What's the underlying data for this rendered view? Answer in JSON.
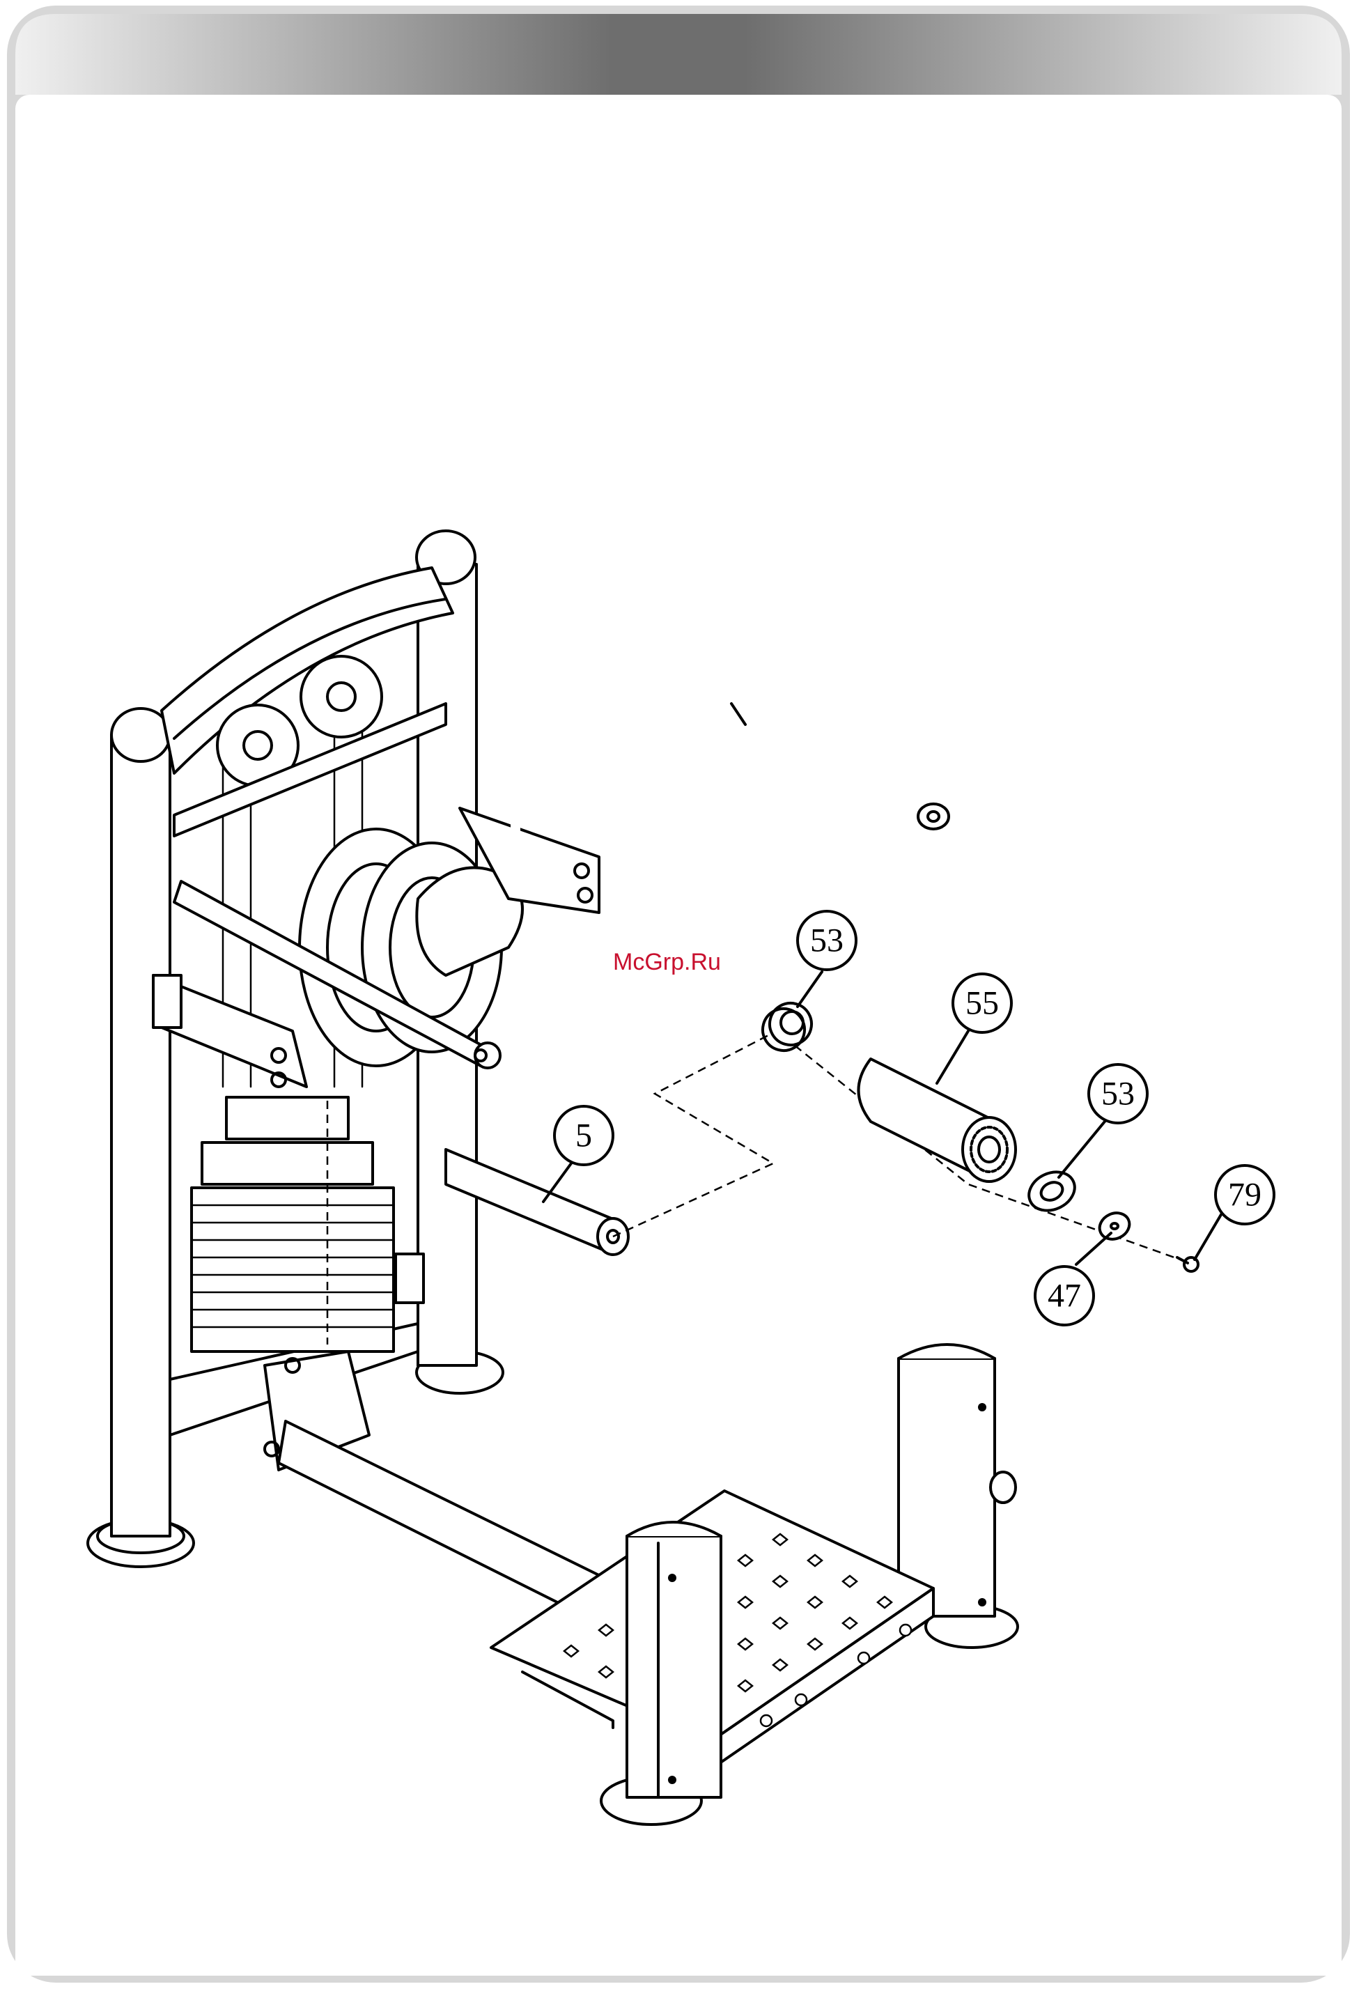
{
  "watermark": "McGrp.Ru",
  "callouts": [
    {
      "id": "53a",
      "label": "53"
    },
    {
      "id": "55",
      "label": "55"
    },
    {
      "id": "53b",
      "label": "53"
    },
    {
      "id": "5",
      "label": "5"
    },
    {
      "id": "79",
      "label": "79"
    },
    {
      "id": "47",
      "label": "47"
    }
  ],
  "colors": {
    "header_dark": "#6e6e6e",
    "header_light": "#e6e6e6",
    "frame": "#d7d7d7",
    "watermark": "#c8102e"
  }
}
